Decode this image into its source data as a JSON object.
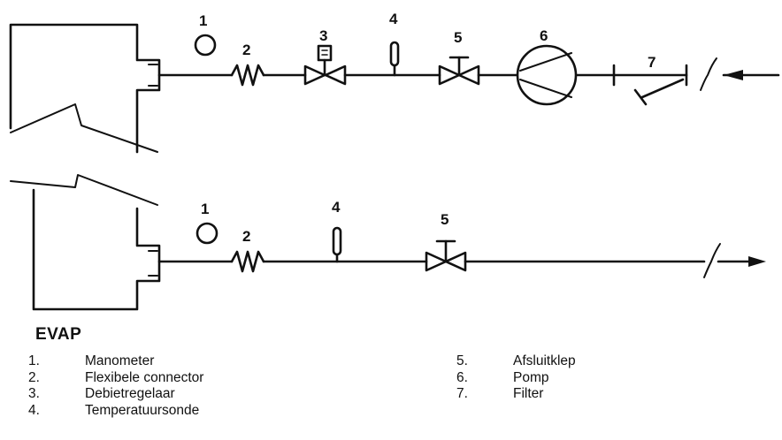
{
  "evaporator_label": "EVAP",
  "component_numbers": {
    "supply": [
      "1",
      "2",
      "3",
      "4",
      "5",
      "6",
      "7"
    ],
    "return": [
      "1",
      "2",
      "4",
      "5"
    ]
  },
  "legend": {
    "left": [
      {
        "number": "1.",
        "label": "Manometer"
      },
      {
        "number": "2.",
        "label": "Flexibele connector"
      },
      {
        "number": "3.",
        "label": "Debietregelaar"
      },
      {
        "number": "4.",
        "label": "Temperatuursonde"
      }
    ],
    "right": [
      {
        "number": "5.",
        "label": "Afsluitklep"
      },
      {
        "number": "6.",
        "label": "Pomp"
      },
      {
        "number": "7.",
        "label": "Filter"
      }
    ]
  }
}
